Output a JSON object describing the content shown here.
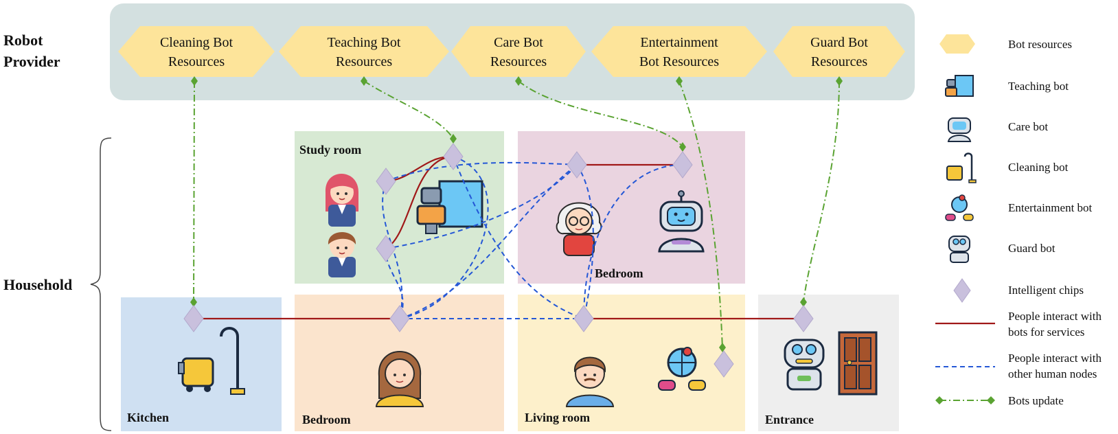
{
  "side_labels": {
    "provider_line1": "Robot",
    "provider_line2": "Provider",
    "household": "Household"
  },
  "resources": [
    {
      "line1": "Cleaning Bot",
      "line2": "Resources"
    },
    {
      "line1": "Teaching Bot",
      "line2": "Resources"
    },
    {
      "line1": "Care Bot",
      "line2": "Resources"
    },
    {
      "line1": "Entertainment",
      "line2": "Bot Resources"
    },
    {
      "line1": "Guard Bot",
      "line2": "Resources"
    }
  ],
  "rooms": {
    "study": "Study room",
    "bedroom_top": "Bedroom",
    "kitchen": "Kitchen",
    "bedroom_bottom": "Bedroom",
    "living": "Living room",
    "entrance": "Entrance"
  },
  "legend": {
    "bot_resources": "Bot resources",
    "teaching": "Teaching bot",
    "care": "Care bot",
    "cleaning": "Cleaning bot",
    "entertainment": "Entertainment bot",
    "guard": "Guard bot",
    "chips": "Intelligent chips",
    "people_bots_1": "People interact with",
    "people_bots_2": "bots for services",
    "people_people_1": "People interact with",
    "people_people_2": "other human nodes",
    "update": "Bots update"
  },
  "colors": {
    "provider_bg": "#d3e0e0",
    "hexagon": "#fde49a",
    "chip": "#c9c0dd",
    "service_line": "#a01818",
    "human_line": "#2457d6",
    "update_line": "#5aa332",
    "study_bg": "#d7e9d3",
    "bedroom_top_bg": "#ead4e0",
    "kitchen_bg": "#cfe0f2",
    "bedroom_bottom_bg": "#fbe4cd",
    "living_bg": "#fdf0cb",
    "entrance_bg": "#eeeeee"
  }
}
